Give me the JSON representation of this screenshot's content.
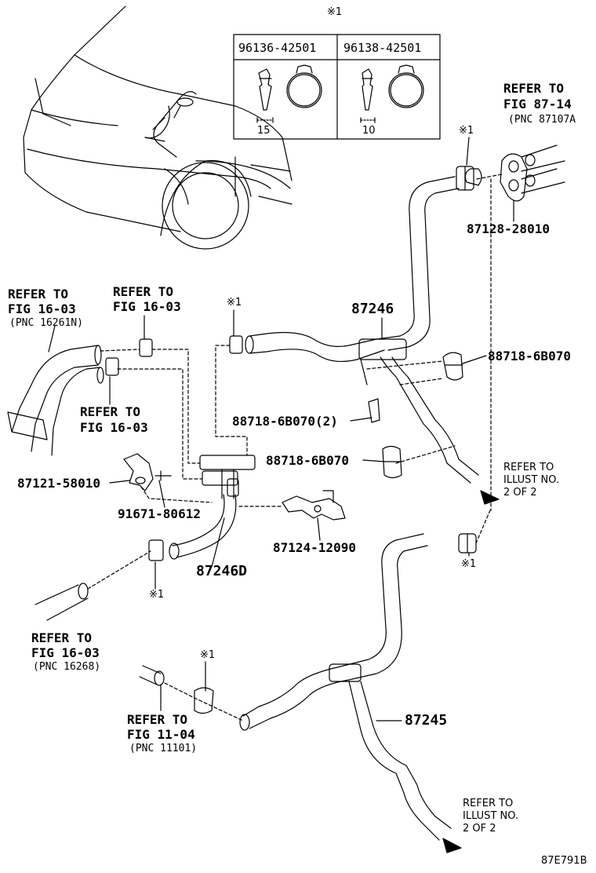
{
  "table": {
    "marker": "※1",
    "col1_part": "96136-42501",
    "col2_part": "96138-42501",
    "col1_dim": "15",
    "col2_dim": "10"
  },
  "labels": {
    "ref_87_14_l1": "REFER TO",
    "ref_87_14_l2": "FIG 87-14",
    "ref_87_14_l3": "(PNC 87107A",
    "ref_16_03a_l1": "REFER TO",
    "ref_16_03a_l2": "FIG 16-03",
    "ref_16_03a_l3": "(PNC 16261N)",
    "ref_16_03b_l1": "REFER TO",
    "ref_16_03b_l2": "FIG 16-03",
    "ref_16_03c_l1": "REFER TO",
    "ref_16_03c_l2": "FIG 16-03",
    "ref_16_03d_l1": "REFER TO",
    "ref_16_03d_l2": "FIG 16-03",
    "ref_16_03d_l3": "(PNC 16268)",
    "ref_11_04_l1": "REFER TO",
    "ref_11_04_l2": "FIG 11-04",
    "ref_11_04_l3": "(PNC 11101)",
    "illust_a": "REFER TO\nILLUST NO.\n2 OF 2",
    "illust_b": "REFER TO\nILLUST NO.\n2 OF 2",
    "marker": "※1",
    "p87128": "87128-28010",
    "p87246": "87246",
    "p88718_a": "88718-6B070",
    "p88718_b": "88718-6B070(2)",
    "p88718_c": "88718-6B070",
    "p87121": "87121-58010",
    "p91671": "91671-80612",
    "p87124": "87124-12090",
    "p87246D": "87246D",
    "p87245": "87245",
    "figure_code": "87E791B"
  }
}
